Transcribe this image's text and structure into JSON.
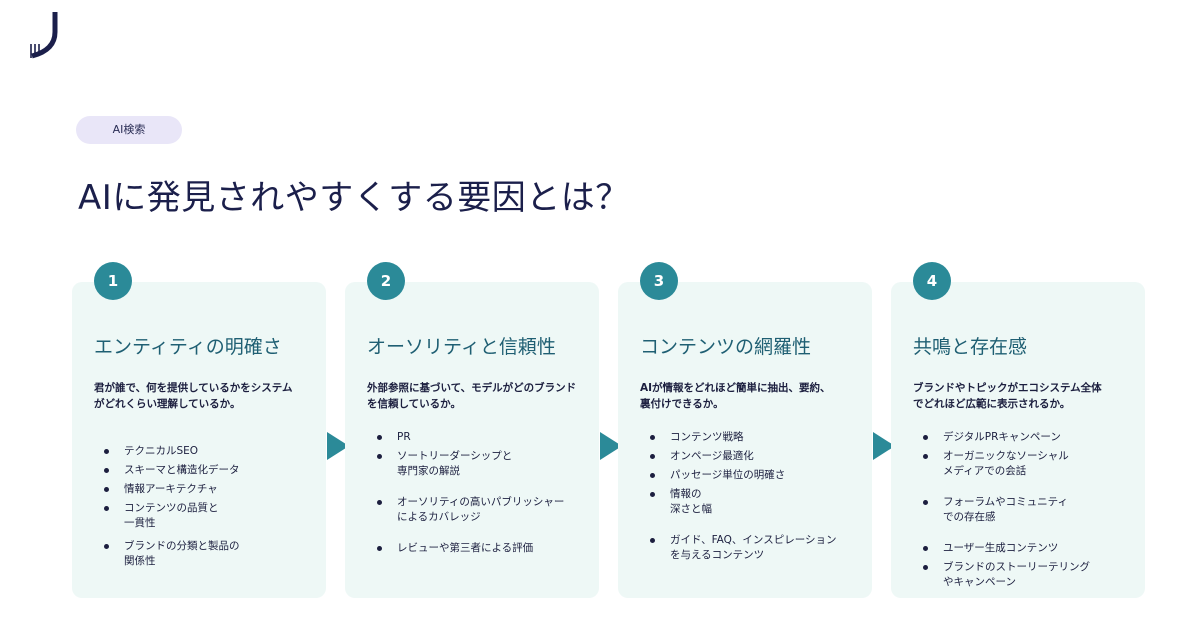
{
  "header": {
    "logo": "logo-mark"
  },
  "tag": "AI検索",
  "title": "AIに発見されやすくする要因とは？",
  "colors": {
    "accent": "#2b8a98",
    "title": "#1b1f4b",
    "card_bg": "#eef8f6",
    "tag_bg": "#e9e6f8"
  },
  "cards": [
    {
      "number": "1",
      "title": "エンティティの明確さ",
      "desc_lines": [
        "君が誰で、何を提供しているかをシステム",
        "がどれくらい理解しているか。"
      ],
      "items": [
        {
          "lines": [
            "テクニカルSEO"
          ]
        },
        {
          "lines": [
            "スキーマと構造化データ"
          ]
        },
        {
          "lines": [
            "情報アーキテクチャ"
          ]
        },
        {
          "lines": [
            "コンテンツの品質と",
            "一貫性"
          ]
        },
        {
          "lines": [
            "ブランドの分類と製品の",
            "関係性"
          ]
        }
      ]
    },
    {
      "number": "2",
      "title": "オーソリティと信頼性",
      "desc_lines": [
        "外部参照に基づいて、モデルがどのブランド",
        "を信頼しているか。"
      ],
      "items": [
        {
          "lines": [
            "PR"
          ]
        },
        {
          "lines": [
            "ソートリーダーシップと",
            "専門家の解説"
          ]
        },
        {
          "lines": [
            "オーソリティの高いパブリッシャー",
            "によるカバレッジ"
          ]
        },
        {
          "lines": [
            "レビューや第三者による評価"
          ]
        }
      ]
    },
    {
      "number": "3",
      "title": "コンテンツの網羅性",
      "desc_lines": [
        "AIが情報をどれほど簡単に抽出、要約、",
        "裏付けできるか。"
      ],
      "items": [
        {
          "lines": [
            "コンテンツ戦略"
          ]
        },
        {
          "lines": [
            "オンページ最適化"
          ]
        },
        {
          "lines": [
            "パッセージ単位の明確さ"
          ]
        },
        {
          "lines": [
            "情報の",
            "深さと幅"
          ]
        },
        {
          "lines": [
            "ガイド、FAQ、インスピレーション",
            "を与えるコンテンツ"
          ]
        }
      ]
    },
    {
      "number": "4",
      "title": "共鳴と存在感",
      "desc_lines": [
        "ブランドやトピックがエコシステム全体",
        "でどれほど広範に表示されるか。"
      ],
      "items": [
        {
          "lines": [
            "デジタルPRキャンペーン"
          ]
        },
        {
          "lines": [
            "オーガニックなソーシャル",
            "メディアでの会話"
          ]
        },
        {
          "lines": [
            "フォーラムやコミュニティ",
            "での存在感"
          ]
        },
        {
          "lines": [
            "ユーザー生成コンテンツ"
          ]
        },
        {
          "lines": [
            "ブランドのストーリーテリング",
            "やキャンペーン"
          ]
        }
      ]
    }
  ]
}
